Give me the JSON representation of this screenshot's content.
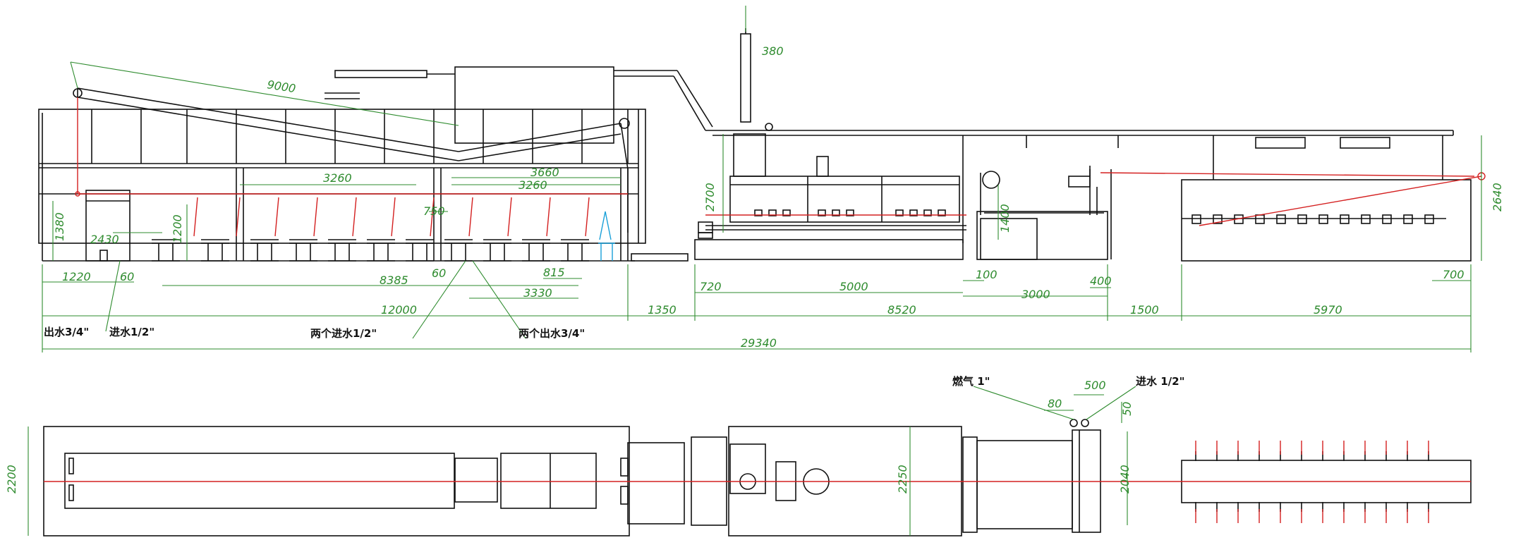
{
  "colors": {
    "outline": "#111111",
    "dimension": "#2e8b2e",
    "centerline": "#d42020",
    "accent": "#1aa0d8",
    "background": "#ffffff"
  },
  "elevation_view": {
    "dimensions": {
      "conveyor_length": "9000",
      "stack_height": "380",
      "inner_span_a": "3260",
      "inner_span_b": "3660",
      "inner_span_c": "3260",
      "hood_height": "2700",
      "tank_height": "1380",
      "tank_width": "2430",
      "rack_height": "1200",
      "small_gap": "750",
      "hopper_height": "1400",
      "tail_height": "2640",
      "left_offset": "1220",
      "pipe_offset": "60",
      "rack_span": "8385",
      "pitch": "815",
      "pipe_gap": "60",
      "span_3330": "3330",
      "span_720": "720",
      "oven_length": "5000",
      "gap_100": "100",
      "seg_3000": "3000",
      "gap_400": "400",
      "tail_700": "700",
      "section_12000": "12000",
      "section_1350": "1350",
      "section_8520": "8520",
      "section_1500": "1500",
      "section_5970": "5970",
      "overall": "29340"
    },
    "notes": {
      "drain": "出水3/4\"",
      "inlet": "进水1/2\"",
      "hot_inlet": "两个进水1/2\"",
      "hot_drain": "两个出水3/4\""
    }
  },
  "plan_view": {
    "dimensions": {
      "width_left": "2200",
      "width_mid": "2250",
      "width_right": "2040",
      "pipe_gap_80": "80",
      "pipe_gap_500": "500",
      "pipe_gap_50": "50"
    },
    "notes": {
      "gas": "燃气 1\"",
      "water": "进水 1/2\""
    }
  }
}
